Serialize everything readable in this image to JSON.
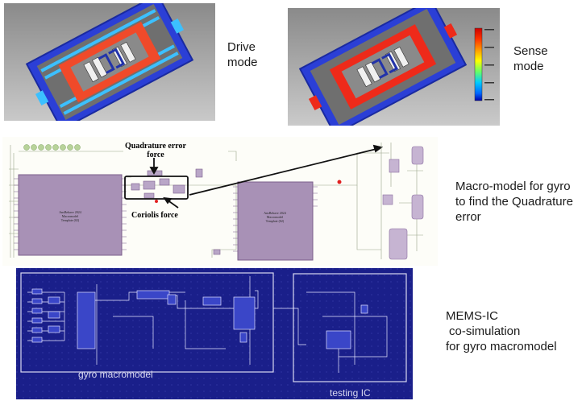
{
  "labels": {
    "drive_mode": [
      "Drive",
      "mode"
    ],
    "sense_mode": [
      "Sense",
      "mode"
    ],
    "macro_model": [
      "Macro-model for gyro",
      "to find the Quadrature",
      "error"
    ],
    "mems_ic": [
      "MEMS-IC",
      "co-simulation",
      "for gyro macromodel"
    ]
  },
  "schematic": {
    "quadrature_force": [
      "Quadrature error",
      "force"
    ],
    "coriolis_force": "Coriolis force",
    "block_left": [
      "AnsBehave 2024",
      "Macromodel",
      "Template (02)"
    ],
    "block_right": [
      "AnsBehave 2024",
      "Macromodel",
      "Template (02)"
    ]
  },
  "cosim": {
    "gyro_macromodel": "gyro macromodel",
    "testing_ic": "testing IC"
  },
  "colorbar": {
    "colors": [
      "#cc0000",
      "#ff3300",
      "#ff9900",
      "#ffff00",
      "#66ff66",
      "#00ccff",
      "#0066ff",
      "#0000aa"
    ]
  }
}
